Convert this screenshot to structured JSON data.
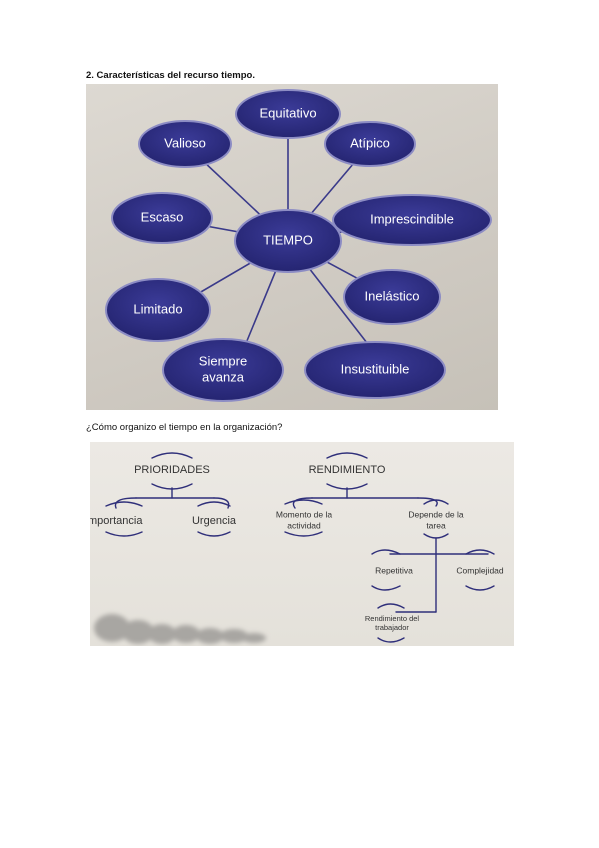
{
  "section": {
    "heading": "2. Características del recurso tiempo.",
    "question": "¿Cómo organizo el tiempo en la organización?"
  },
  "concept_map": {
    "center": "TIEMPO",
    "nodes": {
      "equitativo": "Equitativo",
      "valioso": "Valioso",
      "atipico": "Atípico",
      "escaso": "Escaso",
      "imprescindible": "Imprescindible",
      "limitado": "Limitado",
      "inelastico": "Inelástico",
      "siempre_1": "Siempre",
      "siempre_2": "avanza",
      "insustituible": "Insustituible"
    },
    "colors": {
      "oval": "#2f2f86",
      "oval_border": "#8c8cc4",
      "line": "#3a3a8a"
    }
  },
  "diagram": {
    "prioridades": "PRIORIDADES",
    "importancia": "importancia",
    "urgencia": "Urgencia",
    "rendimiento": "RENDIMIENTO",
    "momento_1": "Momento de la",
    "momento_2": "actividad",
    "depende_1": "Depende de la",
    "depende_2": "tarea",
    "repetitiva": "Repetitiva",
    "complejidad": "Complejidad",
    "rend_trab_1": "Rendimiento del",
    "rend_trab_2": "trabajador",
    "colors": {
      "line": "#2f2f7a",
      "text": "#333333"
    }
  }
}
